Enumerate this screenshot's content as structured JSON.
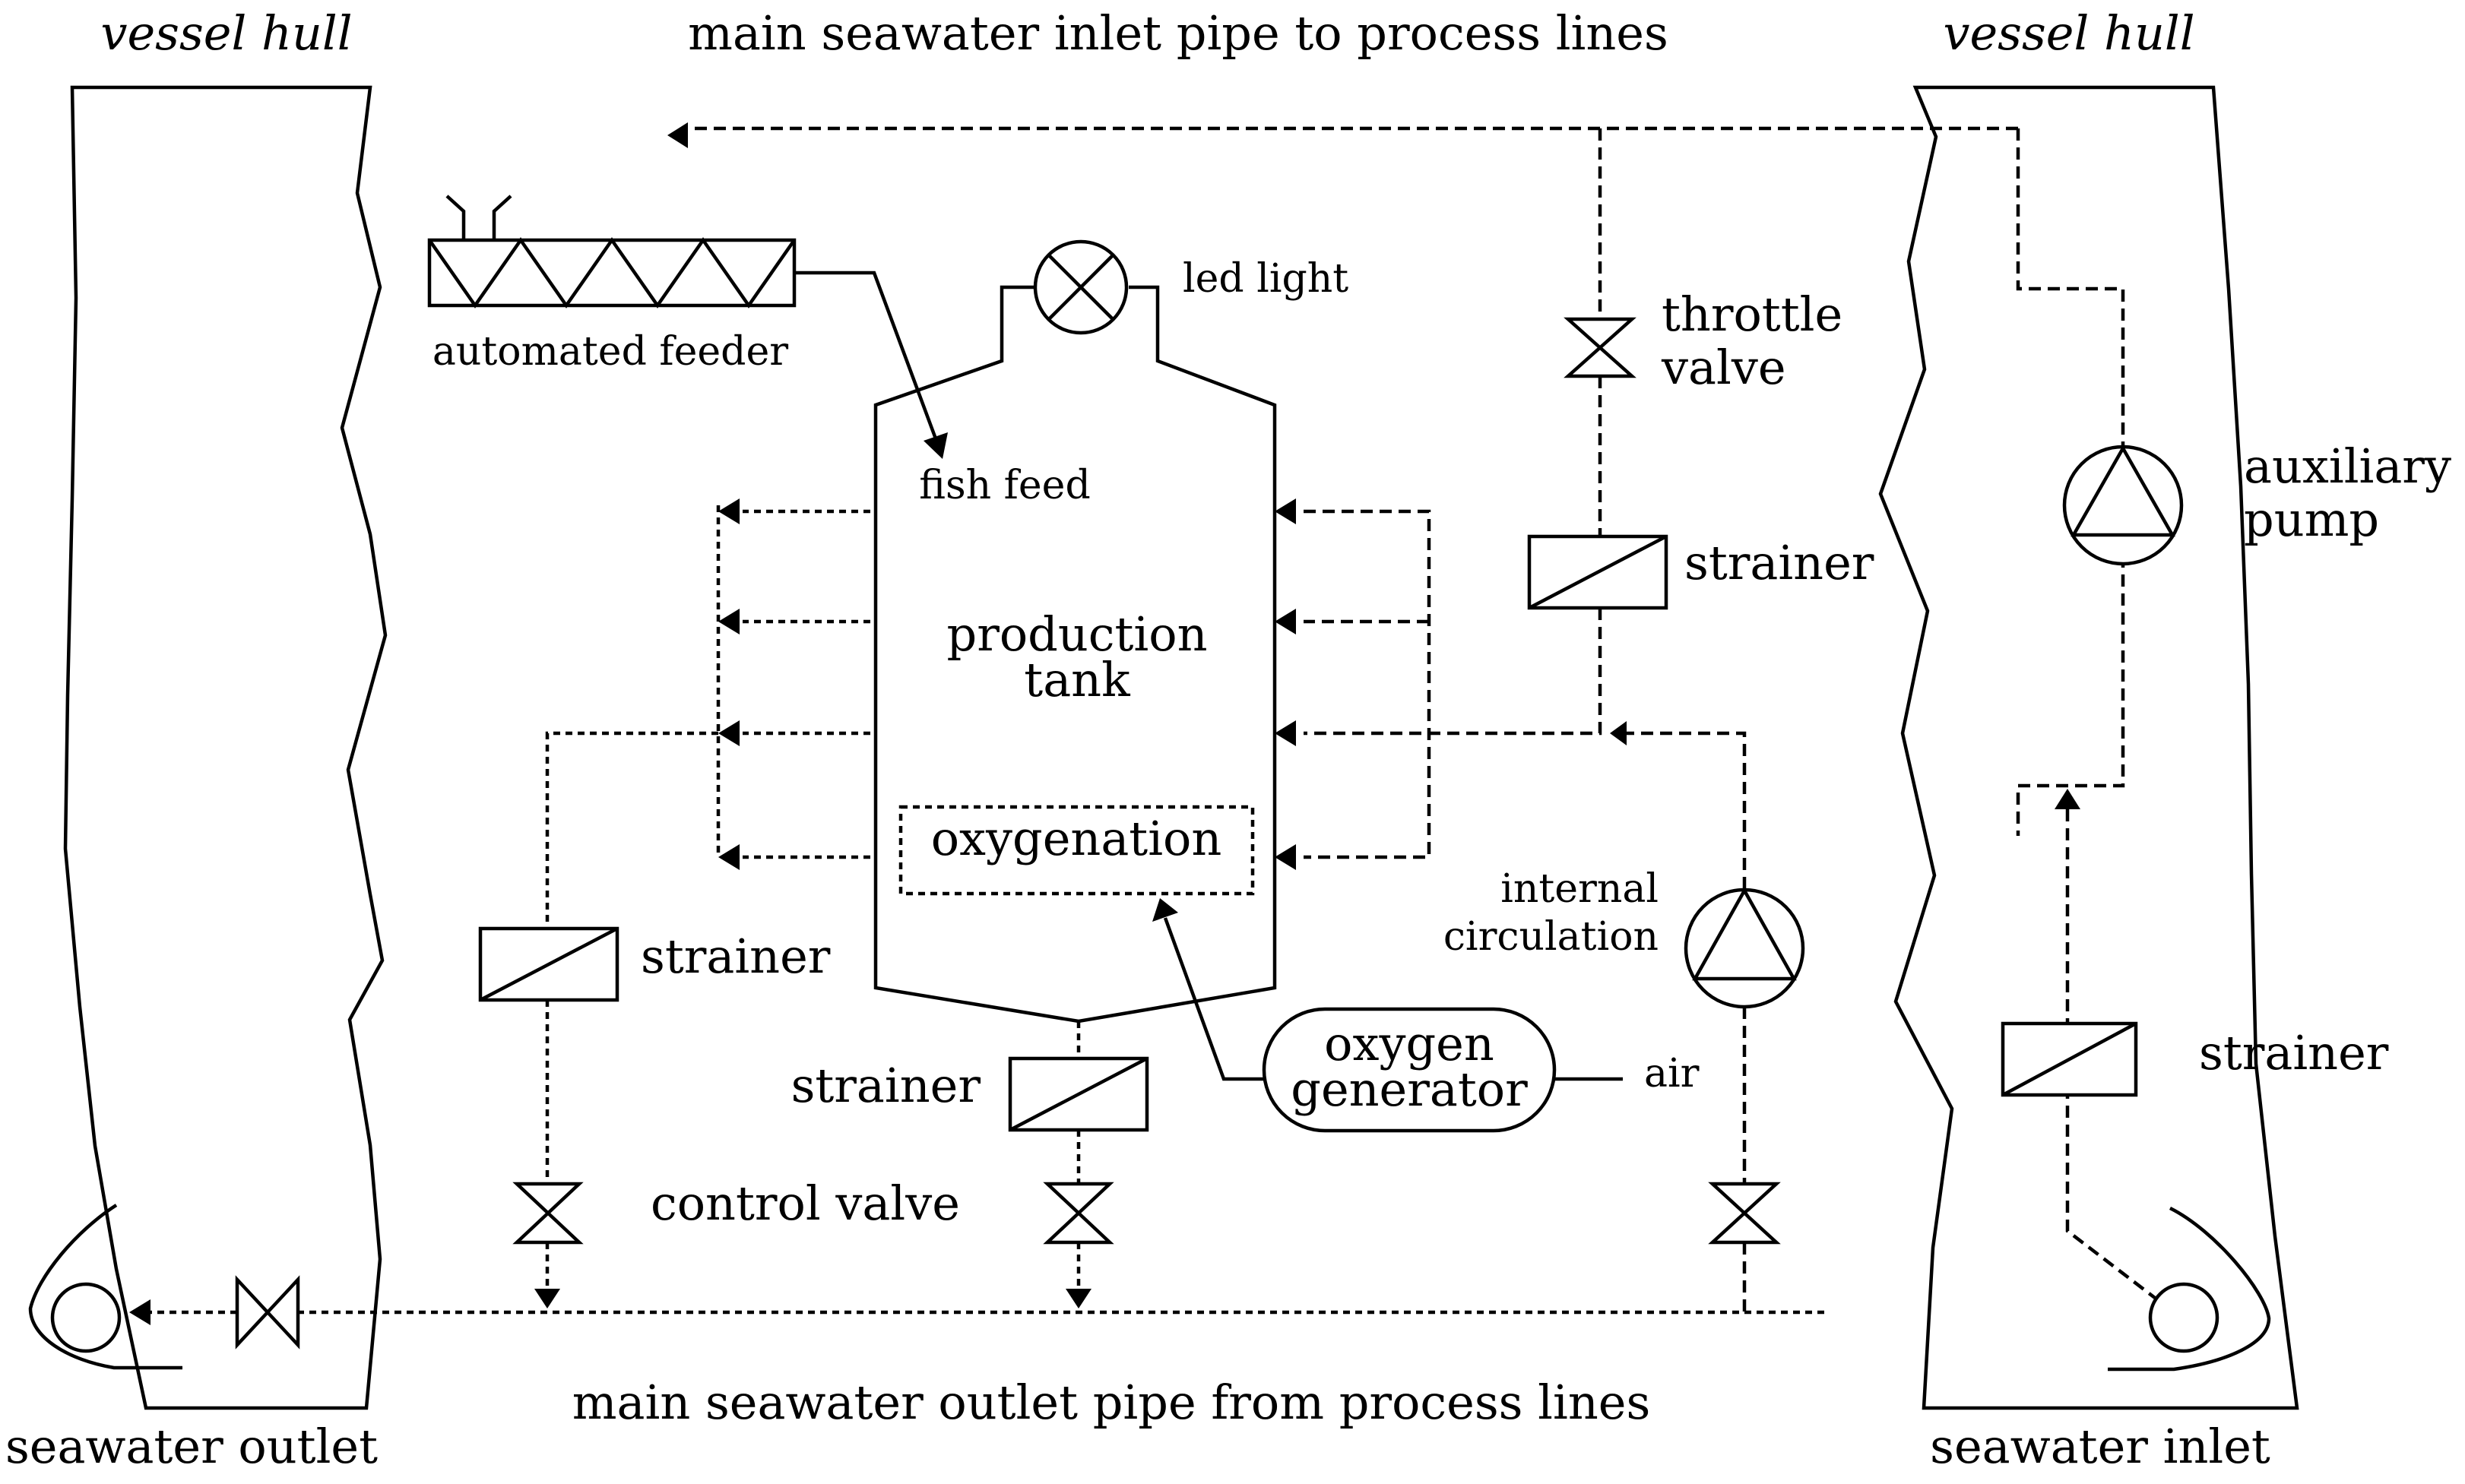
{
  "labels": {
    "hull_left": "vessel hull",
    "hull_right": "vessel hull",
    "inlet_pipe": "main seawater inlet pipe to process lines",
    "outlet_pipe": "main seawater outlet pipe from process lines",
    "seawater_outlet": "seawater outlet",
    "seawater_inlet": "seawater inlet",
    "automated_feeder": "automated feeder",
    "led_light": "led light",
    "fish_feed": "fish feed",
    "production_tank_1": "production",
    "production_tank_2": "tank",
    "oxygenation": "oxygenation",
    "throttle_valve_1": "throttle",
    "throttle_valve_2": "valve",
    "strainer_top_right": "strainer",
    "strainer_left": "strainer",
    "strainer_bottom": "strainer",
    "strainer_right": "strainer",
    "auxiliary_pump_1": "auxiliary",
    "auxiliary_pump_2": "pump",
    "internal_circulation_1": "internal",
    "internal_circulation_2": "circulation",
    "oxygen_generator_1": "oxygen",
    "oxygen_generator_2": "generator",
    "air": "air",
    "control_valve": "control valve"
  }
}
